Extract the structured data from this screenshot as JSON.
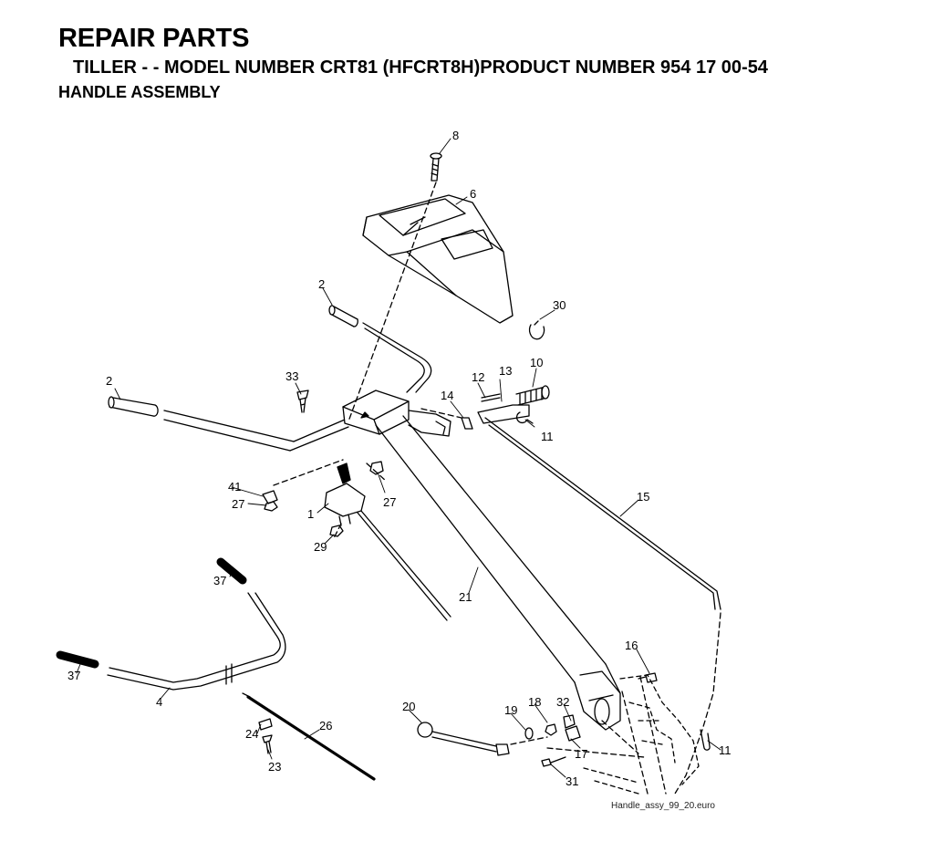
{
  "header": {
    "title": "REPAIR PARTS",
    "subtitle": "TILLER - - MODEL NUMBER CRT81 (HFCRT8H)PRODUCT NUMBER 954 17 00-54",
    "section": "HANDLE ASSEMBLY"
  },
  "callouts": [
    {
      "id": "c8",
      "text": "8"
    },
    {
      "id": "c6",
      "text": "6"
    },
    {
      "id": "c2a",
      "text": "2"
    },
    {
      "id": "c30",
      "text": "30"
    },
    {
      "id": "c2b",
      "text": "2"
    },
    {
      "id": "c33",
      "text": "33"
    },
    {
      "id": "c12",
      "text": "12"
    },
    {
      "id": "c13",
      "text": "13"
    },
    {
      "id": "c10",
      "text": "10"
    },
    {
      "id": "c14",
      "text": "14"
    },
    {
      "id": "c11a",
      "text": "11"
    },
    {
      "id": "c41",
      "text": "41"
    },
    {
      "id": "c27a",
      "text": "27"
    },
    {
      "id": "c27b",
      "text": "27"
    },
    {
      "id": "c1",
      "text": "1"
    },
    {
      "id": "c15",
      "text": "15"
    },
    {
      "id": "c29",
      "text": "29"
    },
    {
      "id": "c37a",
      "text": "37"
    },
    {
      "id": "c21",
      "text": "21"
    },
    {
      "id": "c37b",
      "text": "37"
    },
    {
      "id": "c4",
      "text": "4"
    },
    {
      "id": "c16",
      "text": "16"
    },
    {
      "id": "c20",
      "text": "20"
    },
    {
      "id": "c19",
      "text": "19"
    },
    {
      "id": "c18",
      "text": "18"
    },
    {
      "id": "c32",
      "text": "32"
    },
    {
      "id": "c26",
      "text": "26"
    },
    {
      "id": "c24",
      "text": "24"
    },
    {
      "id": "c17",
      "text": "17"
    },
    {
      "id": "c11b",
      "text": "11"
    },
    {
      "id": "c23",
      "text": "23"
    },
    {
      "id": "c31",
      "text": "31"
    }
  ],
  "footer": {
    "drawing_id": "Handle_assy_99_20.euro"
  }
}
